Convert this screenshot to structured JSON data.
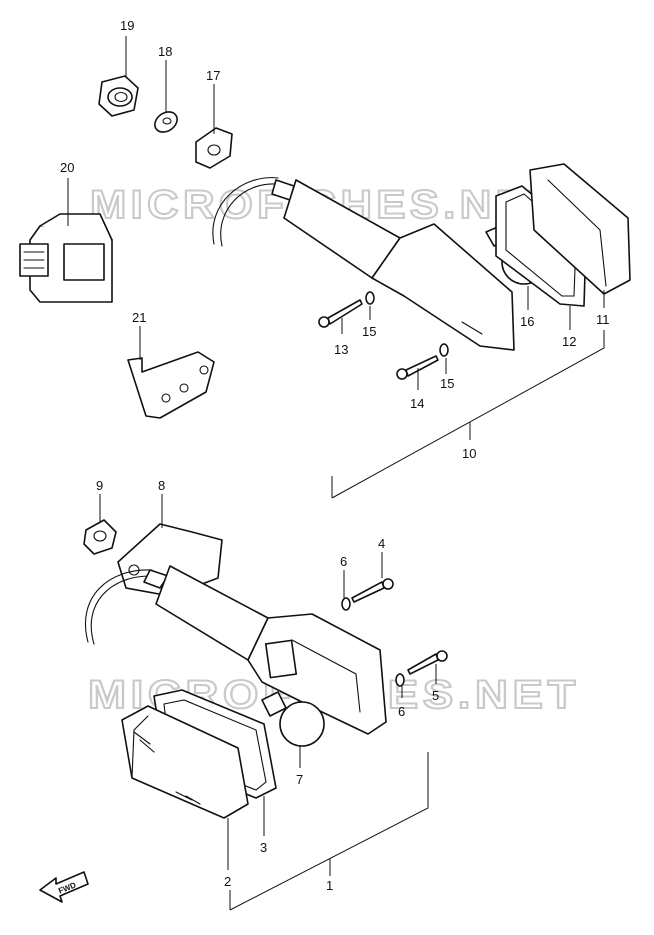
{
  "watermark_text": "MICROFICHES.NET",
  "fwd_label": "FWD",
  "callouts": {
    "c1": "1",
    "c2": "2",
    "c3": "3",
    "c4": "4",
    "c5": "5",
    "c6a": "6",
    "c6b": "6",
    "c7": "7",
    "c8": "8",
    "c9": "9",
    "c10": "10",
    "c11": "11",
    "c12": "12",
    "c13": "13",
    "c14": "14",
    "c15a": "15",
    "c15b": "15",
    "c16": "16",
    "c17": "17",
    "c18": "18",
    "c19": "19",
    "c20": "20",
    "c21": "21"
  }
}
